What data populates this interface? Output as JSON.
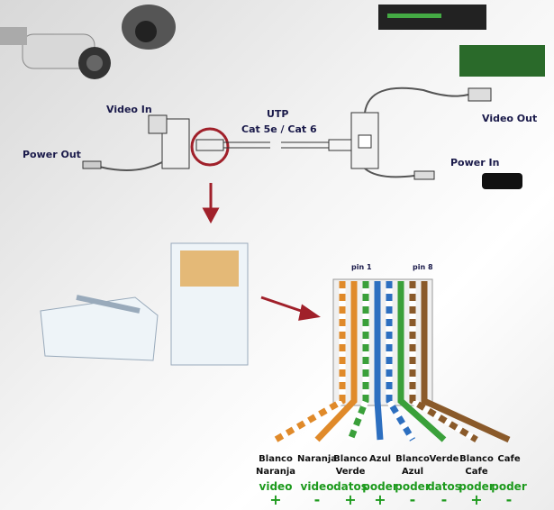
{
  "labels": {
    "video_in": "Video In",
    "power_out": "Power Out",
    "utp": "UTP",
    "cable": "Cat 5e / Cat 6",
    "video_out": "Video Out",
    "power_in": "Power In",
    "pin1": "pin 1",
    "pin8": "pin 8"
  },
  "wires": [
    {
      "name1": "Blanco",
      "name2": "Naranja",
      "func": "video",
      "sign": "+",
      "color": "#e08a2a",
      "striped": true
    },
    {
      "name1": "Naranja",
      "name2": "",
      "func": "video",
      "sign": "-",
      "color": "#e08a2a",
      "striped": false
    },
    {
      "name1": "Blanco",
      "name2": "Verde",
      "func": "datos",
      "sign": "+",
      "color": "#3aa03a",
      "striped": true
    },
    {
      "name1": "Azul",
      "name2": "",
      "func": "poder",
      "sign": "+",
      "color": "#2d6fc0",
      "striped": false
    },
    {
      "name1": "Blanco",
      "name2": "Azul",
      "func": "poder",
      "sign": "-",
      "color": "#2d6fc0",
      "striped": true
    },
    {
      "name1": "Verde",
      "name2": "",
      "func": "datos",
      "sign": "-",
      "color": "#3aa03a",
      "striped": false
    },
    {
      "name1": "Blanco",
      "name2": "Cafe",
      "func": "poder",
      "sign": "+",
      "color": "#8a5a2a",
      "striped": true
    },
    {
      "name1": "Cafe",
      "name2": "",
      "func": "poder",
      "sign": "-",
      "color": "#8a5a2a",
      "striped": false
    }
  ],
  "colors": {
    "arrow": "#a0202a",
    "text_func": "#1d9a1d"
  }
}
